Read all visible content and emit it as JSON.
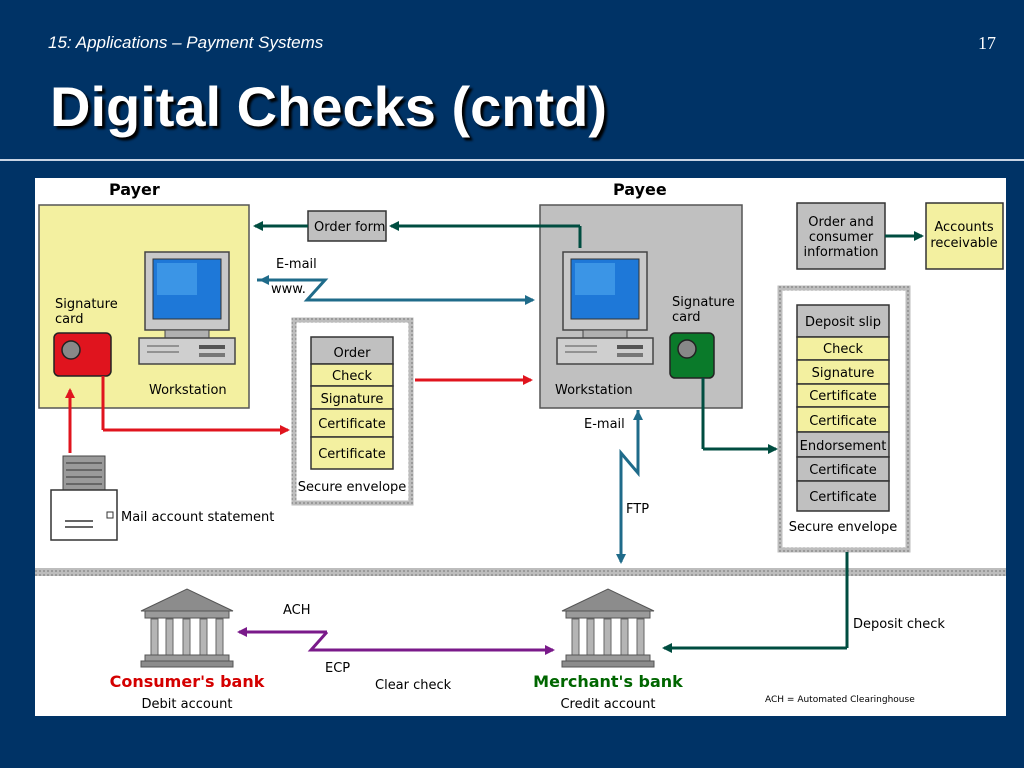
{
  "slide": {
    "header": "15: Applications – Payment Systems",
    "number": "17",
    "title": "Digital Checks (cntd)"
  },
  "colors": {
    "background": "#003366",
    "red_arrow": "#e0141e",
    "teal_arrow": "#1f6b8a",
    "green_arrow": "#004d40",
    "purple_arrow": "#7a1a8a",
    "yellow_box": "#f3f0a0",
    "gray_box": "#c0c0c0"
  },
  "diagram": {
    "payer": {
      "title": "Payer",
      "signature_card": "Signature card",
      "workstation": "Workstation"
    },
    "payee": {
      "title": "Payee",
      "signature_card": "Signature card",
      "workstation": "Workstation"
    },
    "order_form": "Order form",
    "email_www": {
      "email": "E-mail",
      "www": "www."
    },
    "envelope_left": {
      "items": [
        "Order",
        "Check",
        "Signature",
        "Certificate",
        "Certificate"
      ],
      "caption": "Secure envelope"
    },
    "envelope_right": {
      "items": [
        "Deposit slip",
        "Check",
        "Signature",
        "Certificate",
        "Certificate",
        "Endorsement",
        "Certificate",
        "Certificate"
      ],
      "caption": "Secure envelope"
    },
    "order_info": [
      "Order and",
      "consumer",
      "information"
    ],
    "accounts_receivable": [
      "Accounts",
      "receivable"
    ],
    "mail_statement": "Mail account statement",
    "payee_email": "E-mail",
    "ftp": "FTP",
    "ach": "ACH",
    "ecp": "ECP",
    "clear_check": "Clear check",
    "deposit_check": "Deposit check",
    "consumer_bank": {
      "name": "Consumer's bank",
      "account": "Debit account"
    },
    "merchant_bank": {
      "name": "Merchant's bank",
      "account": "Credit account"
    },
    "legend": "ACH = Automated Clearinghouse"
  }
}
